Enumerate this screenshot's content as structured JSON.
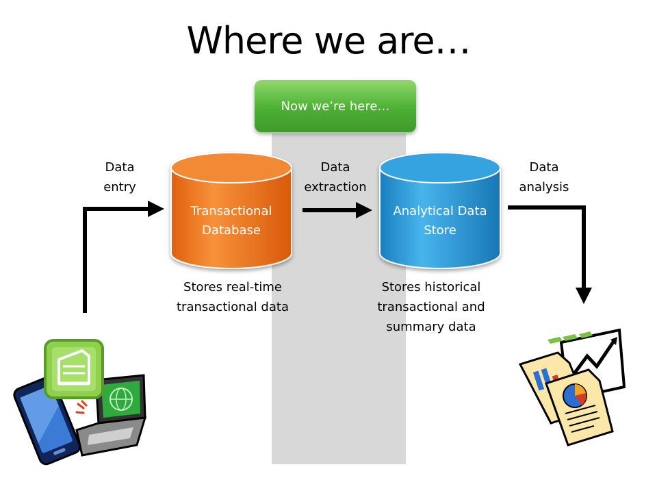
{
  "title": "Where we are…",
  "callout": "Now we’re here…",
  "flow": {
    "entry": {
      "line1": "Data",
      "line2": "entry"
    },
    "extraction": {
      "line1": "Data",
      "line2": "extraction"
    },
    "analysis": {
      "line1": "Data",
      "line2": "analysis"
    }
  },
  "stores": {
    "transactional": {
      "line1": "Transactional",
      "line2": "Database",
      "desc1": "Stores real-time",
      "desc2": "transactional data",
      "color": "#f07a1e"
    },
    "analytical": {
      "line1": "Analytical Data",
      "line2": "Store",
      "desc1": "Stores historical",
      "desc2": "transactional and",
      "desc3": "summary data",
      "color": "#2a9bd6"
    }
  },
  "colors": {
    "accent": "#4caf33",
    "band": "#d8d8d8"
  },
  "icons": [
    "cash-register-icon",
    "smartphone-icon",
    "laptop-icon",
    "reports-chart-icon"
  ]
}
